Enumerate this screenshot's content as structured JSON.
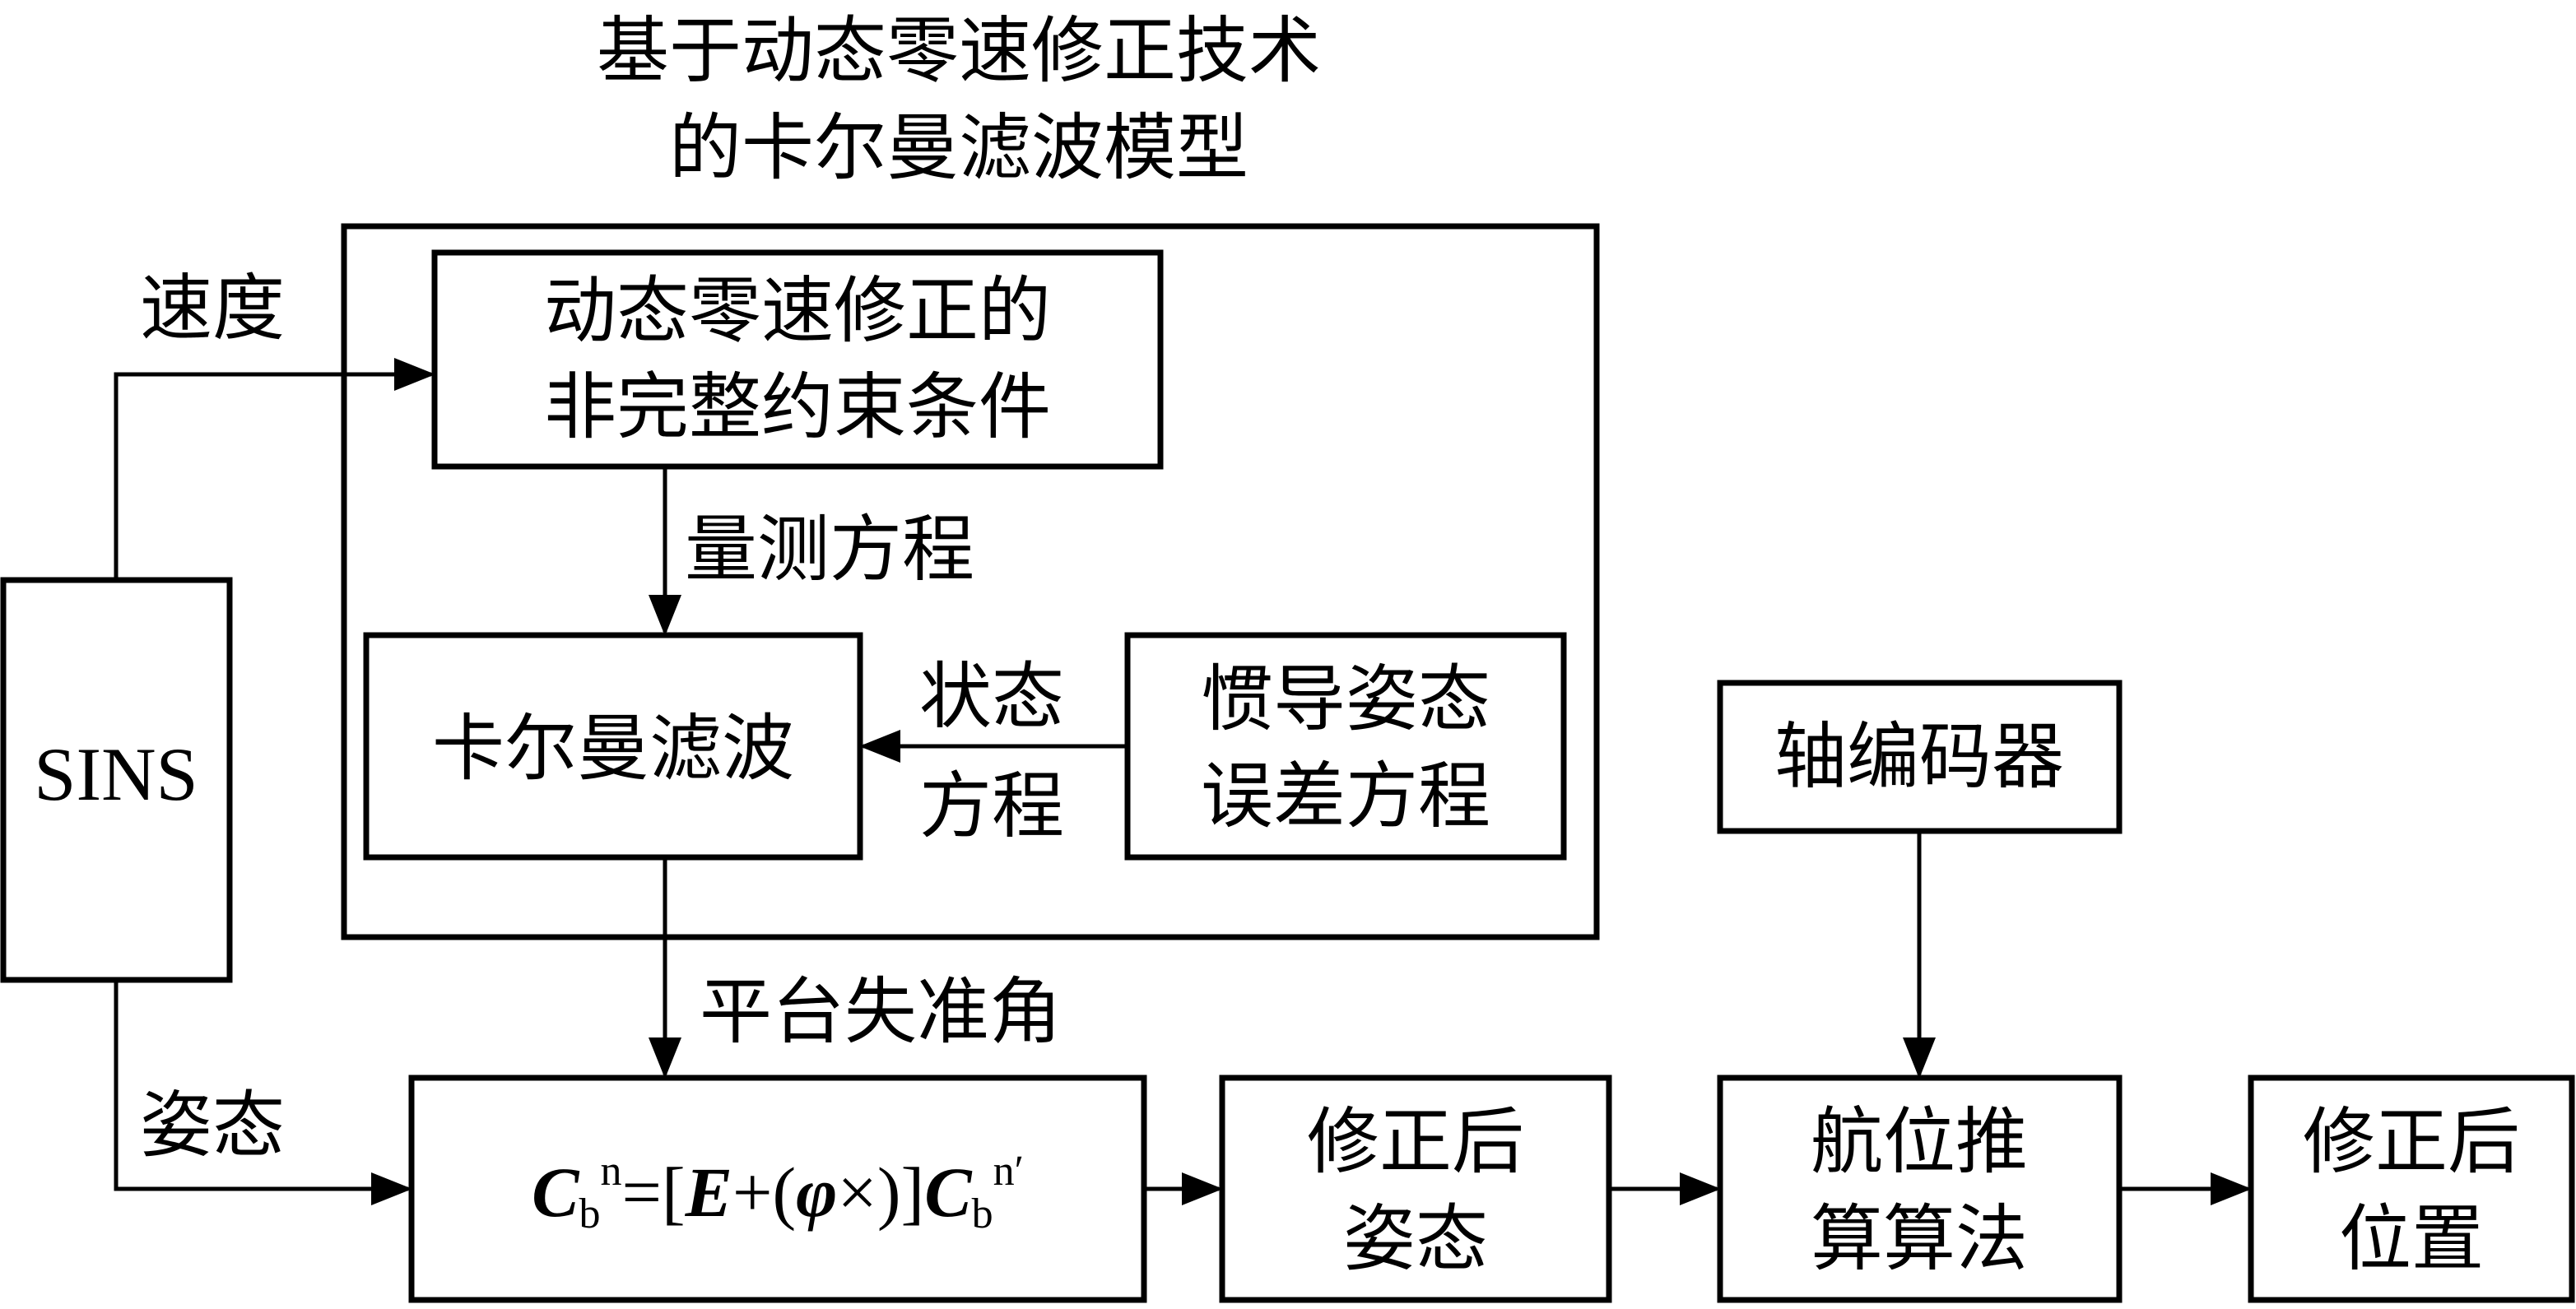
{
  "title": {
    "line1": "基于动态零速修正技术",
    "line2": "的卡尔曼滤波模型"
  },
  "nodes": {
    "sins": "SINS",
    "constraint": {
      "line1": "动态零速修正的",
      "line2": "非完整约束条件"
    },
    "kalman": "卡尔曼滤波",
    "error_eq": {
      "line1": "惯导姿态",
      "line2": "误差方程"
    },
    "encoder": "轴编码器",
    "formula": {
      "c1": "C",
      "b1": "b",
      "n1": "n",
      "mid": "=[",
      "e": "E",
      "plus": "+(",
      "phi": "φ",
      "times": "×)]",
      "c2": "C",
      "b2": "b",
      "n2": "n′"
    },
    "corrected_attitude": {
      "line1": "修正后",
      "line2": "姿态"
    },
    "dead_reckoning": {
      "line1": "航位推",
      "line2": "算算法"
    },
    "corrected_position": {
      "line1": "修正后",
      "line2": "位置"
    }
  },
  "edge_labels": {
    "velocity": "速度",
    "attitude": "姿态",
    "measurement_eq": "量测方程",
    "state_eq": {
      "line1": "状态",
      "line2": "方程"
    },
    "misalignment": "平台失准角"
  }
}
